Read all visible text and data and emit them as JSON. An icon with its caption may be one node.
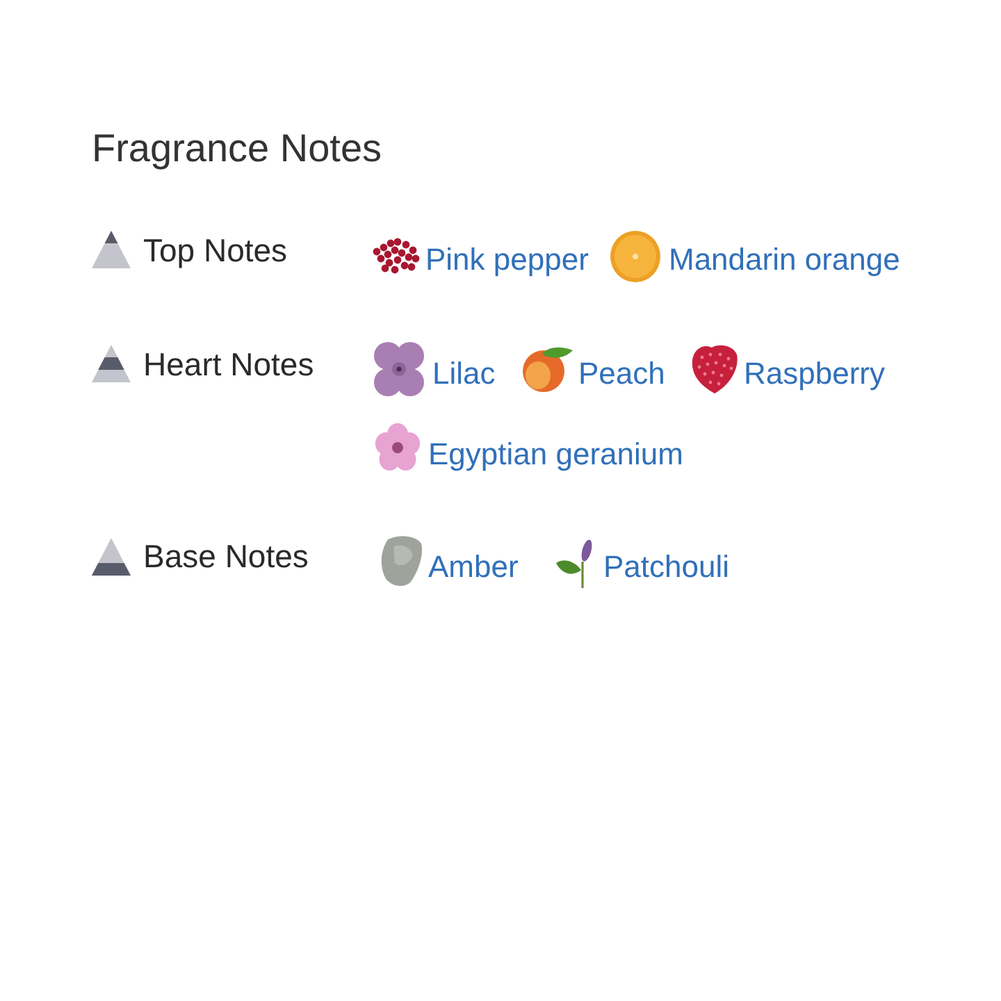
{
  "diagram": {
    "title": "Fragrance Notes",
    "labels": [
      "Top Notes",
      "Pink pepper",
      "Mandarin orange",
      "Heart Notes",
      "Lilac",
      "Peach",
      "Raspberry",
      "Egyptian geranium",
      "Base Notes",
      "Amber",
      "Patchouli"
    ]
  }
}
